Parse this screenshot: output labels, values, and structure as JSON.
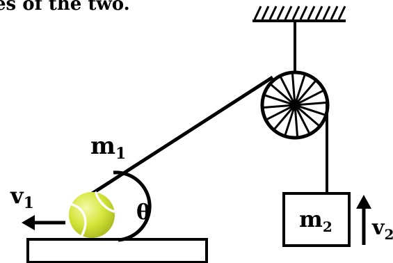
{
  "caption_fragment": "es of the two.",
  "labels": {
    "m1": "m",
    "m1_sub": "1",
    "m2": "m",
    "m2_sub": "2",
    "v1": "v",
    "v1_sub": "1",
    "v2": "v",
    "v2_sub": "2",
    "theta": "θ"
  },
  "colors": {
    "ink": "#000000",
    "ball": "#d4e63a",
    "ball_highlight": "#eef58a",
    "ball_seam": "#ffffff"
  },
  "pulley_spokes": 8
}
